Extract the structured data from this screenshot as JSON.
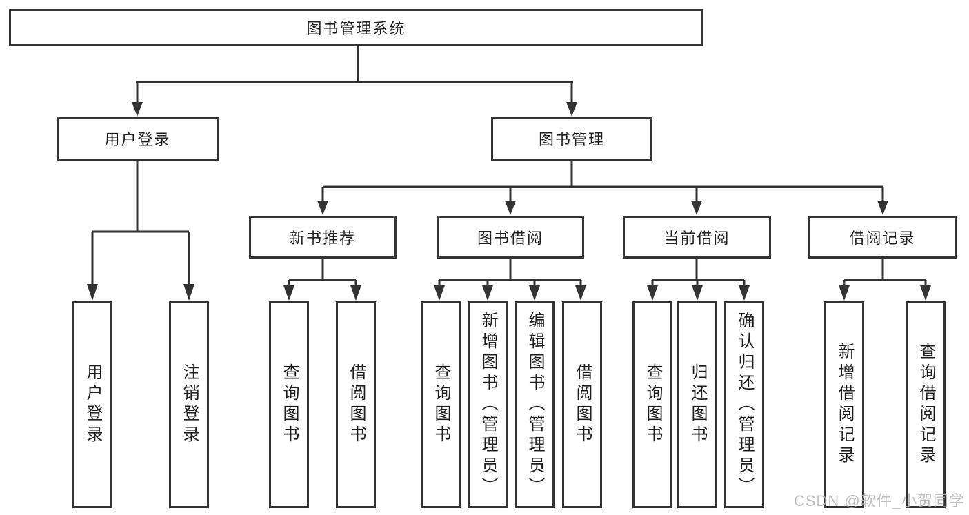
{
  "diagram": {
    "root": {
      "label": "图书管理系统"
    },
    "level2": {
      "user_login": {
        "label": "用户登录"
      },
      "book_management": {
        "label": "图书管理"
      }
    },
    "level3": {
      "new_book_recommend": {
        "label": "新书推荐"
      },
      "book_borrow": {
        "label": "图书借阅"
      },
      "current_borrow": {
        "label": "当前借阅"
      },
      "borrow_records": {
        "label": "借阅记录"
      }
    },
    "leaves": {
      "user_login": [
        "用户登录",
        "注销登录"
      ],
      "new_book_recommend": [
        "查询图书",
        "借阅图书"
      ],
      "book_borrow": [
        "查询图书",
        "新增图书（管理员）",
        "编辑图书（管理员）",
        "借阅图书"
      ],
      "current_borrow": [
        "查询图书",
        "归还图书",
        "确认归还（管理员）"
      ],
      "borrow_records": [
        "新增借阅记录",
        "查询借阅记录"
      ]
    }
  },
  "watermark": {
    "text": "CSDN @软件_小贺同学"
  },
  "colors": {
    "line": "#333333",
    "border": "#333333",
    "text": "#1f1f1f",
    "watermark": "#b3b3b3"
  }
}
